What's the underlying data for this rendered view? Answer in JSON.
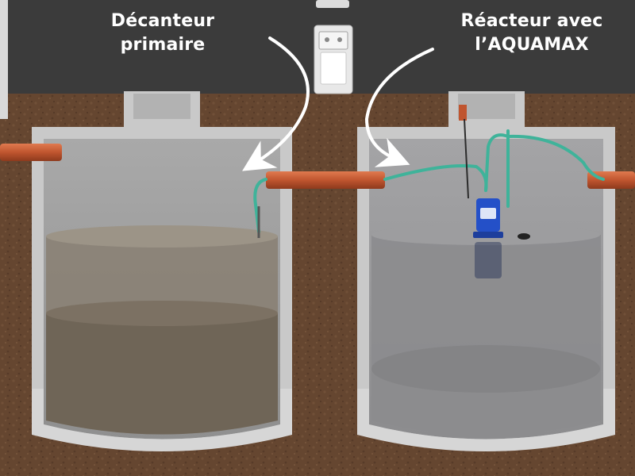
{
  "labels": {
    "primary_settler": {
      "line1": "Décanteur",
      "line2": "primaire"
    },
    "reactor": {
      "line1": "Réacteur avec",
      "line2": "l’AQUAMAX"
    }
  },
  "colors": {
    "header_band": "#3b3b3b",
    "soil": "#6a4a34",
    "concrete": "#c9c9c9",
    "water_left": "#8a8174",
    "sludge_left": "#6f6557",
    "water_right": "#8c8c8e",
    "pipe": "#c0552f",
    "hose": "#3fb39a",
    "pump": "#2450c8",
    "label_text": "#ffffff"
  },
  "icons": {
    "arrows": "curved-arrow-icon",
    "pump": "aquamax-pump-icon",
    "control_box": "control-box-icon"
  }
}
